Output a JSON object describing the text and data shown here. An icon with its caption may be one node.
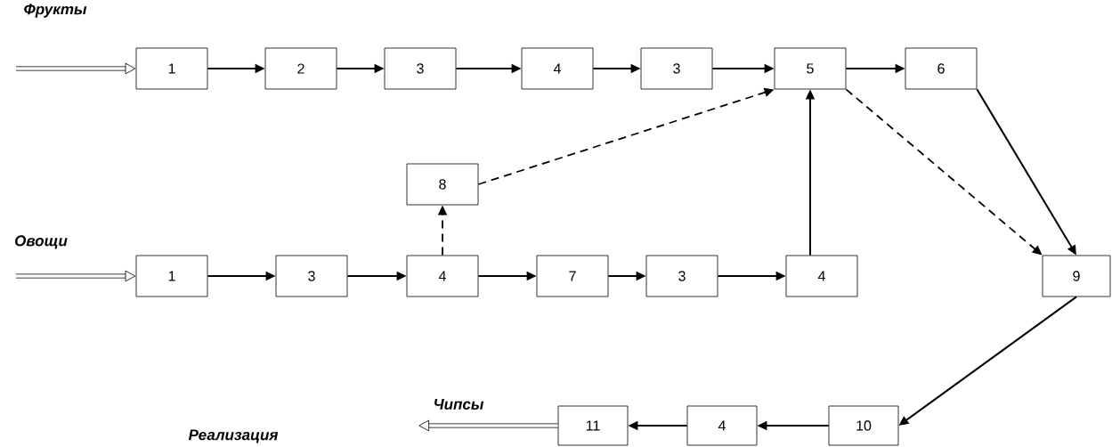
{
  "diagram": {
    "nodes": [
      {
        "text": [
          "1"
        ]
      },
      {
        "text": [
          "2"
        ]
      },
      {
        "text": [
          "3"
        ]
      },
      {
        "text": [
          "4"
        ]
      },
      {
        "text": [
          "3"
        ]
      },
      {
        "text": [
          "5"
        ]
      },
      {
        "text": [
          "6"
        ]
      },
      {
        "text": [
          "8"
        ]
      },
      {
        "text": [
          "1"
        ]
      },
      {
        "text": [
          "3"
        ]
      },
      {
        "text": [
          "4"
        ]
      },
      {
        "text": [
          "7"
        ]
      },
      {
        "text": [
          "3"
        ]
      },
      {
        "text": [
          "4"
        ]
      },
      {
        "text": [
          "9"
        ]
      },
      {
        "text": [
          "11"
        ]
      },
      {
        "text": [
          "4"
        ]
      },
      {
        "text": [
          "10"
        ]
      }
    ],
    "edges": [
      {
        "from": null,
        "to": 0,
        "arrow": "to",
        "style": "thick"
      },
      {
        "from": 0,
        "to": 1,
        "arrow": "to"
      },
      {
        "from": 1,
        "to": 2,
        "arrow": "to"
      },
      {
        "from": 2,
        "to": 3,
        "arrow": "to"
      },
      {
        "from": 3,
        "to": 4,
        "arrow": "to"
      },
      {
        "from": 4,
        "to": 5,
        "arrow": "to"
      },
      {
        "from": 5,
        "to": 6,
        "arrow": "to"
      },
      {
        "from": 6,
        "to": 14,
        "arrow": "to"
      },
      {
        "from": 5,
        "to": 14,
        "arrow": "to",
        "style": "dashed"
      },
      {
        "from": 7,
        "to": 5,
        "arrow": "to",
        "style": "dashed"
      },
      {
        "from": 10,
        "to": 7,
        "arrow": "to",
        "style": "dashed"
      },
      {
        "from": 13,
        "to": 5,
        "arrow": "to"
      },
      {
        "from": null,
        "to": 8,
        "arrow": "to",
        "style": "thick"
      },
      {
        "from": 8,
        "to": 9,
        "arrow": "to"
      },
      {
        "from": 9,
        "to": 10,
        "arrow": "to"
      },
      {
        "from": 10,
        "to": 11,
        "arrow": "to"
      },
      {
        "from": 11,
        "to": 12,
        "arrow": "to"
      },
      {
        "from": 12,
        "to": 13,
        "arrow": "to"
      },
      {
        "from": 14,
        "to": 17,
        "arrow": "to"
      },
      {
        "from": 17,
        "to": 16,
        "arrow": "to"
      },
      {
        "from": 16,
        "to": 15,
        "arrow": "to"
      },
      {
        "from": 15,
        "to": null,
        "arrow": "to",
        "style": "thick",
        "label": "Чипсы"
      }
    ],
    "labels": [
      "Фрукты",
      "Овощи",
      "Реализация"
    ]
  }
}
